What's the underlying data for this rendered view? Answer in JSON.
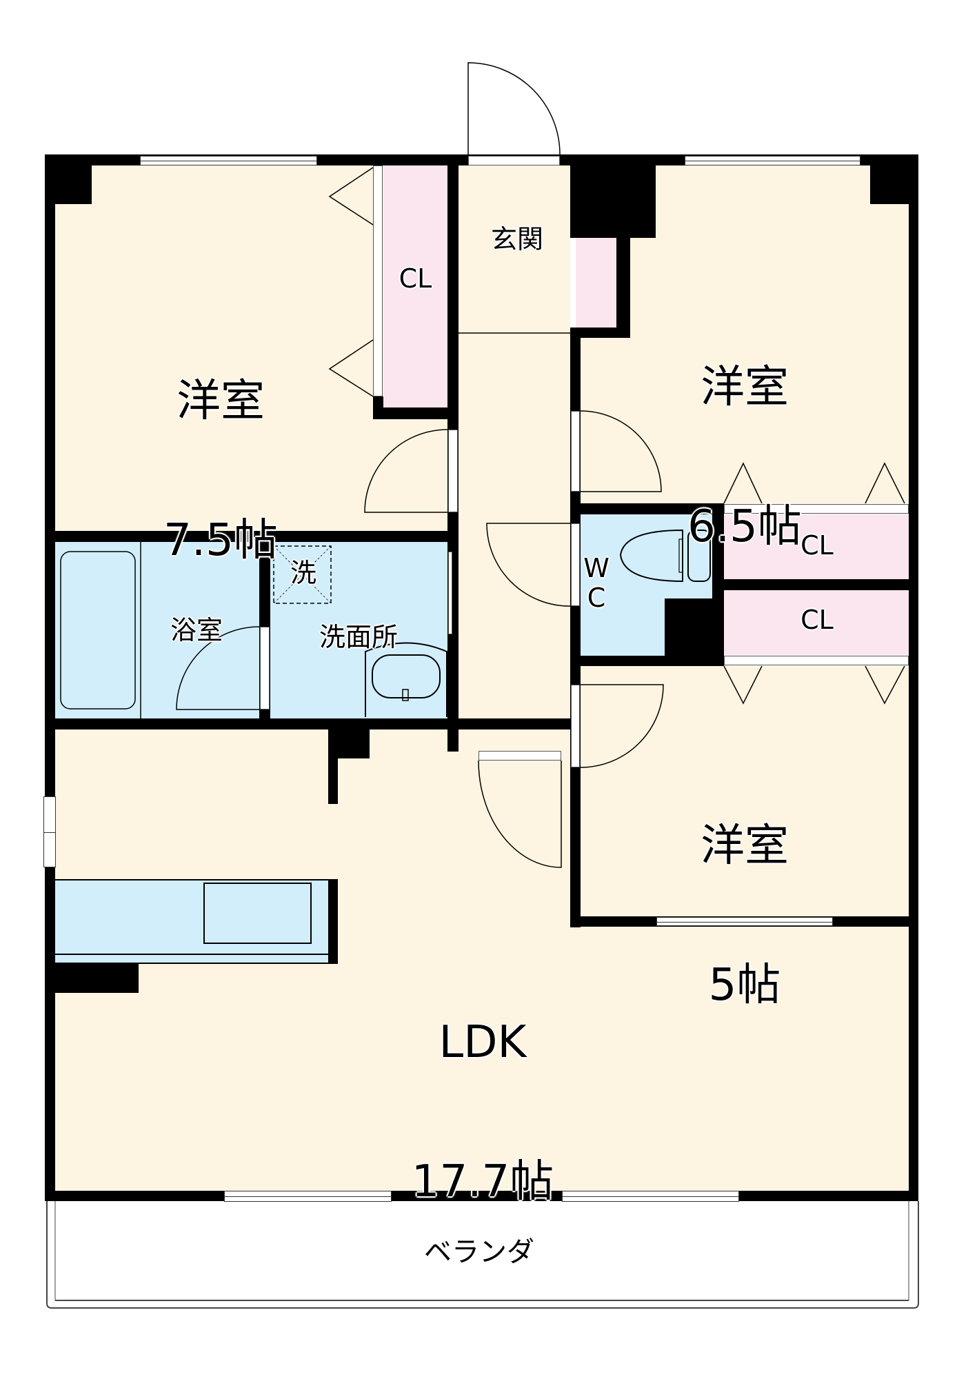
{
  "floorplan": {
    "rooms": [
      {
        "id": "western-room-1",
        "name": "洋室",
        "size": "7.5帖"
      },
      {
        "id": "western-room-2",
        "name": "洋室",
        "size": "6.5帖"
      },
      {
        "id": "western-room-3",
        "name": "洋室",
        "size": "5帖"
      },
      {
        "id": "ldk",
        "name": "LDK",
        "size": "17.7帖"
      }
    ],
    "labels": {
      "entrance": "玄関",
      "closet": "CL",
      "bathroom": "浴室",
      "washroom": "洗面所",
      "washer": "洗",
      "toilet_w": "W",
      "toilet_c": "C",
      "veranda": "ベランダ"
    },
    "colors": {
      "floor": "#fdf5e2",
      "wet_area": "#d2eefb",
      "closet": "#fbe6ef",
      "wall": "#000000"
    }
  }
}
